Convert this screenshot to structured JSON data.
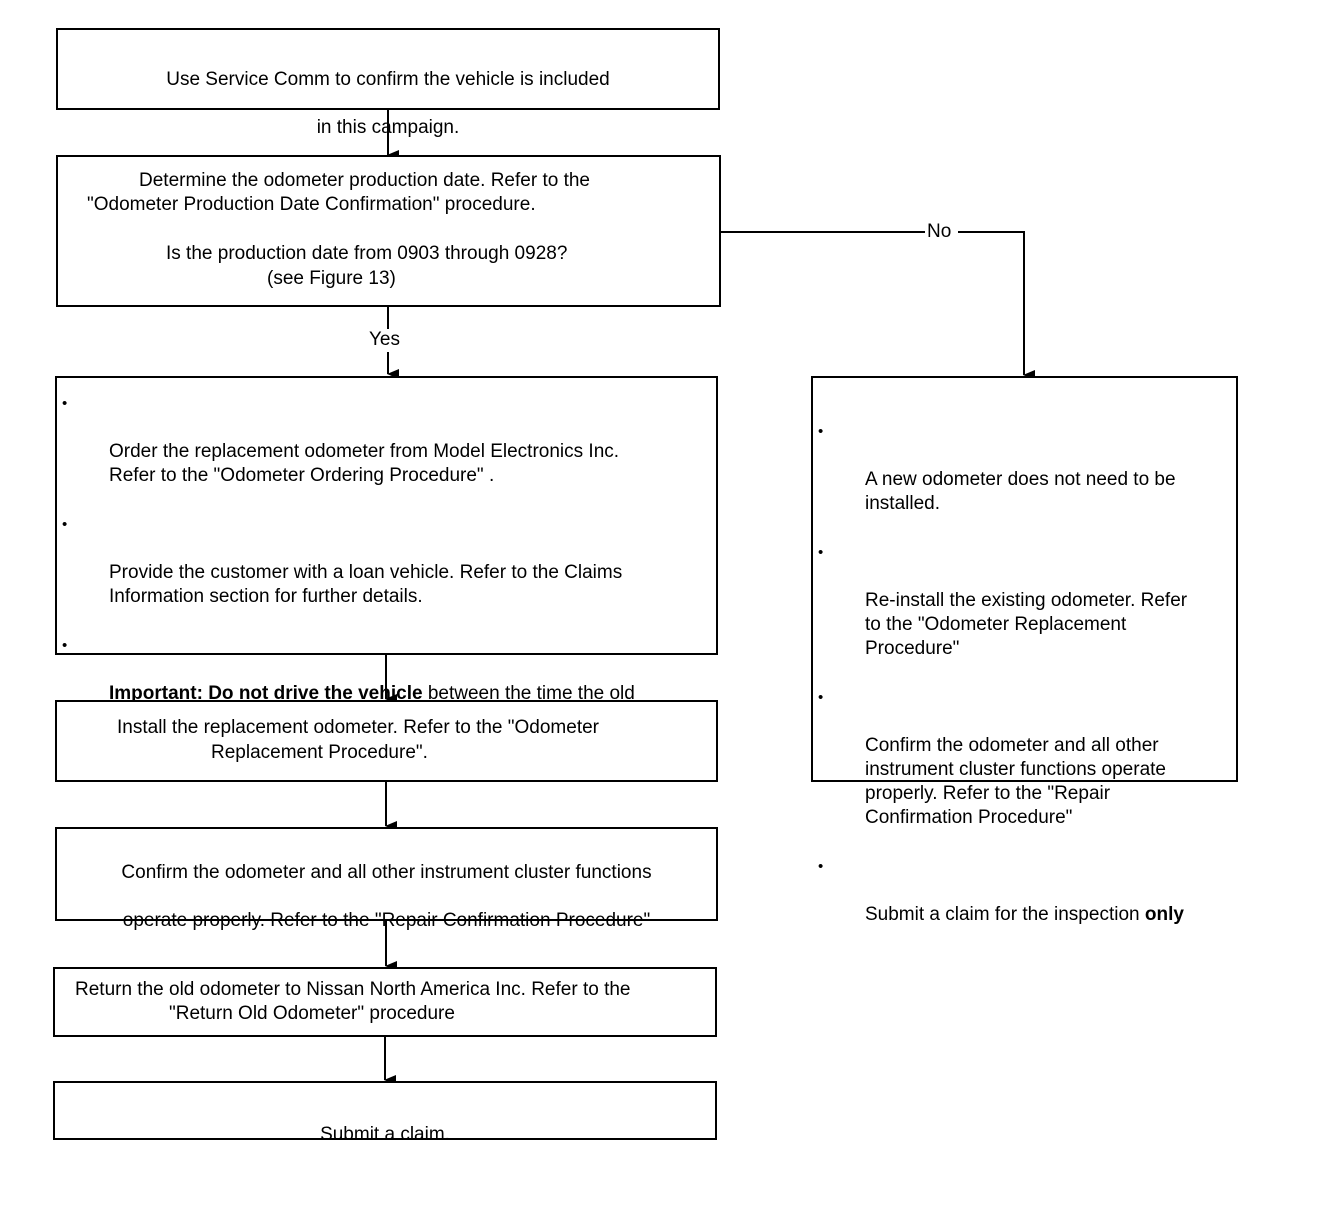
{
  "flowchart": {
    "step_confirm_campaign": {
      "lines": [
        "Use Service Comm to confirm the vehicle is included",
        "in this campaign."
      ]
    },
    "decision_production_date": {
      "line1": "Determine the odometer production date. Refer to the",
      "line2": "\"Odometer Production Date Confirmation\" procedure.",
      "line3": "Is the production date from 0903 through 0928?",
      "line4": "(see Figure 13)"
    },
    "branch_yes_label": "Yes",
    "branch_no_label": "No",
    "yes_actions": {
      "bullet_1": "Order the replacement odometer from Model Electronics Inc.\nRefer to the \"Odometer Ordering Procedure\" .",
      "bullet_2": "Provide the customer with a loan vehicle. Refer to the Claims\nInformation section for further details.",
      "bullet_3_bold": "Important: Do not drive the vehicle",
      "bullet_3_rest": " between the time the old\nodometer is removed/Replacement Odometer Order Form is\nsent to Model Electronics Inc. and when the replacement (new)\nodometer is installed in the vehicle."
    },
    "no_actions": {
      "bullet_1": "A new odometer does not need to be\ninstalled.",
      "bullet_2": "Re-install the existing odometer. Refer\nto the \"Odometer Replacement\nProcedure\"",
      "bullet_3": "Confirm the odometer and all other\ninstrument cluster functions operate\nproperly. Refer to the \"Repair\nConfirmation Procedure\"",
      "bullet_4_text": "Submit a claim for the inspection ",
      "bullet_4_bold": "only"
    },
    "step_install": {
      "line1": "Install the replacement odometer. Refer to the \"Odometer",
      "line2": "Replacement Procedure\"."
    },
    "step_confirm_function": {
      "line1": "Confirm the odometer and all other instrument cluster functions",
      "line2": "operate properly. Refer to the \"Repair Confirmation Procedure\""
    },
    "step_return": {
      "line1": "Return the old odometer to Nissan North America Inc. Refer to the",
      "line2": "\"Return Old Odometer\" procedure"
    },
    "step_submit": {
      "text": "Submit a claim."
    },
    "bullet_glyph": "•"
  }
}
